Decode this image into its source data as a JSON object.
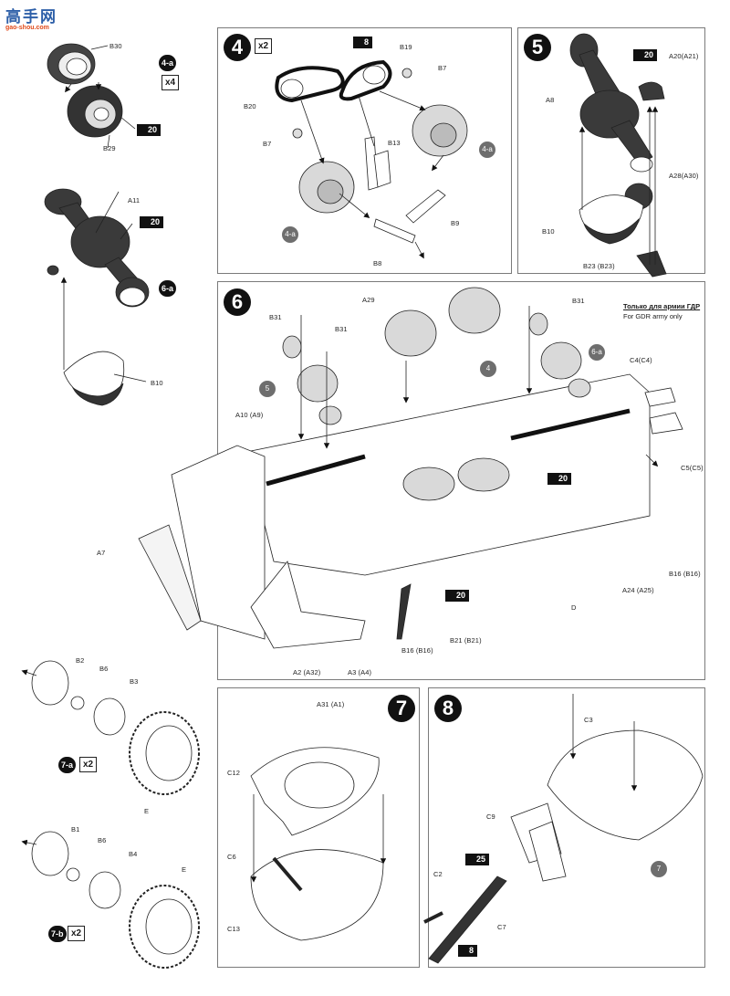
{
  "watermark": {
    "chars": "高手网",
    "url": "gao-shou.com"
  },
  "steps": {
    "s4a": {
      "badge": "4-a",
      "multiplier": "x4",
      "labels": [
        "B30",
        "B29"
      ],
      "glue": "20"
    },
    "s6a": {
      "badge": "6-a",
      "labels": [
        "A11",
        "B10"
      ],
      "glue": "20"
    },
    "s4": {
      "number": "4",
      "multiplier": "x2",
      "glue": "8",
      "labels": [
        "B19",
        "B7",
        "B20",
        "B7",
        "B13",
        "B9",
        "B8"
      ],
      "refs": [
        "4-a",
        "4-a"
      ]
    },
    "s5": {
      "number": "5",
      "glue": "20",
      "labels": [
        "A20(A21)",
        "A8",
        "A28(A30)",
        "B10",
        "B23 (B23)"
      ]
    },
    "s6": {
      "number": "6",
      "labels": [
        "B31",
        "A29",
        "B31",
        "B31",
        "A10 (A9)",
        "C4(C4)",
        "C5(C5)",
        "B16 (B16)",
        "A24 (A25)",
        "D",
        "A7",
        "B16 (B16)",
        "B21 (B21)",
        "A2 (A32)",
        "A3 (A4)",
        "A31 (A1)"
      ],
      "refs": [
        "5",
        "4",
        "6-a"
      ],
      "glue": [
        "20",
        "20"
      ],
      "note_ru": "Только для армии ГДР",
      "note_en": "For GDR army only"
    },
    "s7a": {
      "badge": "7-a",
      "multiplier": "x2",
      "labels": [
        "B2",
        "B6",
        "B3",
        "E"
      ]
    },
    "s7b": {
      "badge": "7-b",
      "multiplier": "x2",
      "labels": [
        "B1",
        "B6",
        "B4",
        "E"
      ]
    },
    "s7": {
      "number": "7",
      "labels": [
        "C12",
        "C6",
        "C13"
      ]
    },
    "s8": {
      "number": "8",
      "labels": [
        "C3",
        "C9",
        "C2",
        "C7"
      ],
      "glue": [
        "25",
        "8"
      ],
      "refs": [
        "7"
      ]
    }
  },
  "colors": {
    "ink": "#111111",
    "frame": "#7a7a7a",
    "part_grey": "#d9d9d9",
    "ref_badge": "#6e6e6e"
  }
}
